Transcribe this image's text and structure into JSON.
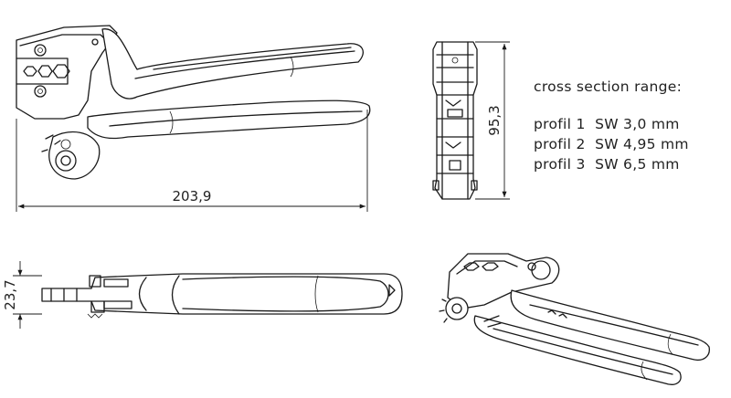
{
  "dimensions": {
    "length": "203,9",
    "height": "95,3",
    "thickness": "23,7"
  },
  "spec": {
    "heading": "cross section range:",
    "profiles": [
      {
        "text": "profil 1  SW 3,0 mm"
      },
      {
        "text": "profil 2  SW 4,95 mm"
      },
      {
        "text": "profil 3  SW 6,5 mm"
      }
    ]
  }
}
